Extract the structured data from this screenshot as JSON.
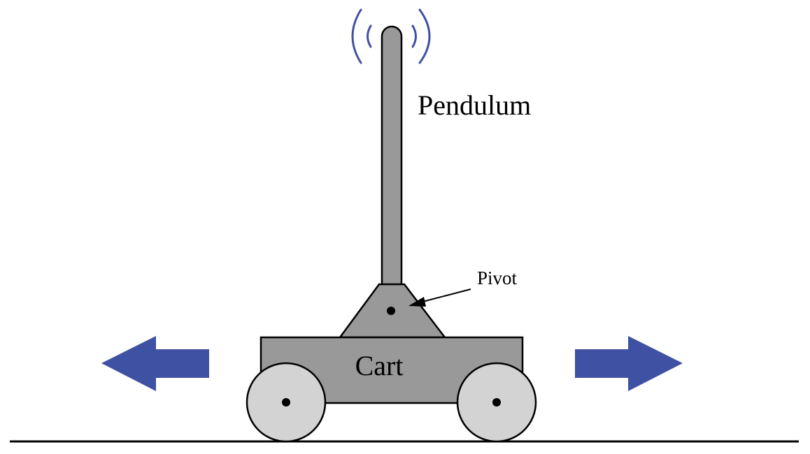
{
  "labels": {
    "pendulum": "Pendulum",
    "pivot": "Pivot",
    "cart": "Cart"
  },
  "colors": {
    "body_fill": "#999999",
    "wheel_fill": "#d3d3d3",
    "outline": "#000000",
    "arrow_fill": "#3f51a3",
    "signal_stroke": "#3f51a3",
    "ground": "#000000",
    "background": "#ffffff"
  },
  "icons": {
    "motion_left": "left-arrow-icon",
    "motion_right": "right-arrow-icon",
    "pendulum_signal": "wireless-signal-icon"
  }
}
